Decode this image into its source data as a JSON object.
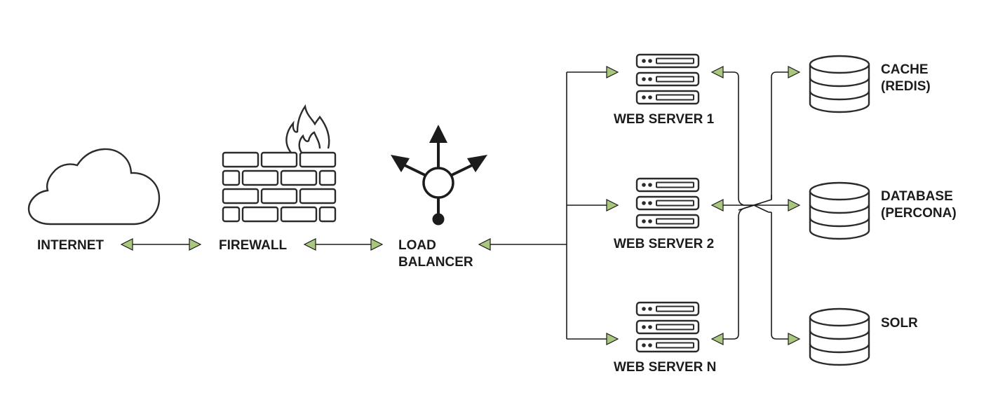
{
  "colors": {
    "stroke": "#2b2b2b",
    "arrowhead_fill": "#a9c87e",
    "arrowhead_stroke": "#1c1c1c",
    "text": "#1c1c1c",
    "background": "#ffffff"
  },
  "nodes": {
    "internet": {
      "label": "INTERNET",
      "icon": "cloud-icon"
    },
    "firewall": {
      "label": "FIREWALL",
      "icon": "firewall-icon"
    },
    "load_balancer": {
      "label_line1": "LOAD",
      "label_line2": "BALANCER",
      "icon": "load-balancer-icon"
    },
    "web_server_1": {
      "label": "WEB SERVER 1",
      "icon": "server-rack-icon"
    },
    "web_server_2": {
      "label": "WEB SERVER 2",
      "icon": "server-rack-icon"
    },
    "web_server_n": {
      "label": "WEB SERVER N",
      "icon": "server-rack-icon"
    },
    "cache": {
      "label_line1": "CACHE",
      "label_line2": "(REDIS)",
      "icon": "database-icon"
    },
    "database": {
      "label_line1": "DATABASE",
      "label_line2": "(PERCONA)",
      "icon": "database-icon"
    },
    "solr": {
      "label": "SOLR",
      "icon": "database-icon"
    }
  },
  "edges": [
    {
      "from": "internet",
      "to": "firewall",
      "direction": "both"
    },
    {
      "from": "firewall",
      "to": "load_balancer",
      "direction": "both"
    },
    {
      "from": "load_balancer",
      "to": "web_server_1",
      "direction": "both"
    },
    {
      "from": "load_balancer",
      "to": "web_server_2",
      "direction": "both"
    },
    {
      "from": "load_balancer",
      "to": "web_server_n",
      "direction": "both"
    },
    {
      "from": "web_servers",
      "to": "cache",
      "direction": "both"
    },
    {
      "from": "web_servers",
      "to": "database",
      "direction": "both"
    },
    {
      "from": "web_servers",
      "to": "solr",
      "direction": "both"
    }
  ]
}
